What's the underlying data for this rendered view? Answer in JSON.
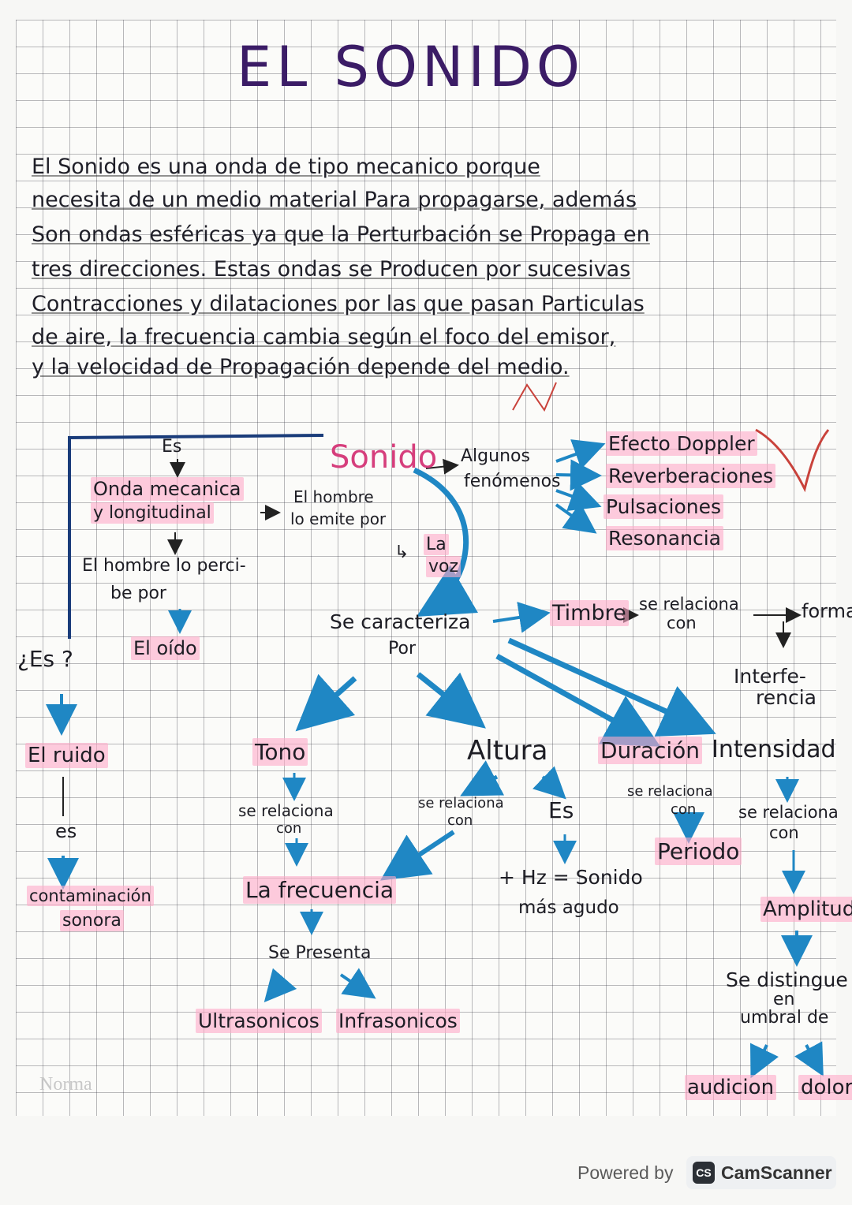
{
  "title": "EL SONIDO",
  "paragraph": [
    "El Sonido es una onda de tipo mecanico porque",
    "necesita de un medio material Para propagarse, además",
    "Son ondas esféricas ya que la Perturbación se Propaga en",
    "tres direcciones. Estas ondas se Producen por sucesivas",
    "Contracciones y dilataciones por las que pasan Particulas",
    "de aire, la frecuencia cambia según el foco del emisor,",
    "y la velocidad de Propagación depende del medio."
  ],
  "map": {
    "center": "Sonido",
    "left": {
      "es": "Es",
      "onda1": "Onda mecanica",
      "onda2": "y longitudinal",
      "emite1": "El hombre",
      "emite2": "lo emite por",
      "voz1": "La",
      "voz2": "voz",
      "percibe1": "El hombre lo perci-",
      "percibe2": "be por",
      "oido": "El oído",
      "pregunta": "¿Es ?",
      "ruido": "El ruido",
      "es2": "es",
      "contaminacion1": "contaminación",
      "contaminacion2": "sonora"
    },
    "fenomenos": {
      "label1": "Algunos",
      "label2": "fenómenos",
      "items": [
        "Efecto Doppler",
        "Reverberaciones",
        "Pulsaciones",
        "Resonancia"
      ]
    },
    "caracteriza1": "Se caracteriza",
    "caracteriza2": "Por",
    "timbre": {
      "label": "Timbre",
      "rel1": "se relaciona",
      "rel2": "con",
      "forma": "forma",
      "inter1": "Interfe-",
      "inter2": "rencia"
    },
    "tono": {
      "label": "Tono",
      "rel1": "se relaciona",
      "rel2": "con",
      "frecuencia": "La frecuencia",
      "presenta": "Se Presenta",
      "ultra": "Ultrasonicos",
      "infra": "Infrasonicos"
    },
    "altura": {
      "label": "Altura",
      "rel1": "se relaciona",
      "rel2": "con",
      "es": "Es",
      "hz": "+ Hz = Sonido",
      "agudo": "más agudo"
    },
    "duracion": {
      "label": "Duración",
      "rel1": "se relaciona",
      "rel2": "con",
      "periodo": "Periodo"
    },
    "intensidad": {
      "label": "Intensidad",
      "rel1": "se relaciona",
      "rel2": "con",
      "amplitud": "Amplitud",
      "dist1": "Se distingue",
      "dist2": "en",
      "dist3": "umbral de",
      "audicion": "audicion",
      "dolor": "dolor"
    }
  },
  "footer": {
    "powered": "Powered by",
    "badge": "CS",
    "brand": "CamScanner",
    "watermark": "Norma"
  }
}
